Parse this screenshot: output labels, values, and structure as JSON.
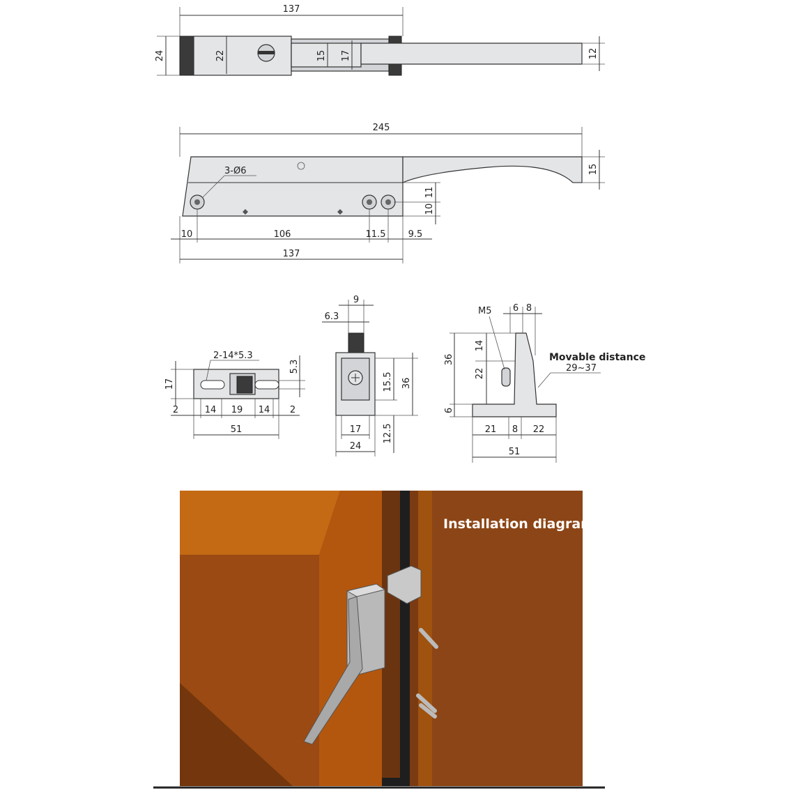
{
  "top_view": {
    "overall_length": "137",
    "height_outer": "24",
    "height_body": "22",
    "slot_inner": "15",
    "slot_outer": "17",
    "handle_tip": "12"
  },
  "side_view": {
    "overall_length": "245",
    "handle_tip": "15",
    "holes_label": "3-Ø6",
    "hole_offset_upper": "11",
    "hole_offset_lower": "10",
    "seg_left": "10",
    "seg_mid": "106",
    "seg_spacing": "11.5",
    "seg_right": "9.5",
    "body_length": "137"
  },
  "strike_front": {
    "slot_label": "2-14*5.3",
    "height": "17",
    "slot_h": "5.3",
    "seg_a": "2",
    "seg_b": "14",
    "seg_c": "19",
    "seg_d": "14",
    "seg_e": "2",
    "total": "51"
  },
  "strike_side": {
    "top_w": "9",
    "top_inner": "6.3",
    "h_inner": "15.5",
    "h_total": "36",
    "base_inner": "17",
    "base_total": "24",
    "base_h": "12.5"
  },
  "strike_end": {
    "screw": "M5",
    "w1": "6",
    "w2": "8",
    "h_total": "36",
    "h_upper": "14",
    "h_mid": "22",
    "h_base": "6",
    "movable_label": "Movable distance",
    "movable_range": "29~37",
    "seg_left": "21",
    "seg_mid": "8",
    "seg_right": "22",
    "total": "51"
  },
  "installation": {
    "title": "Installation diagram"
  }
}
